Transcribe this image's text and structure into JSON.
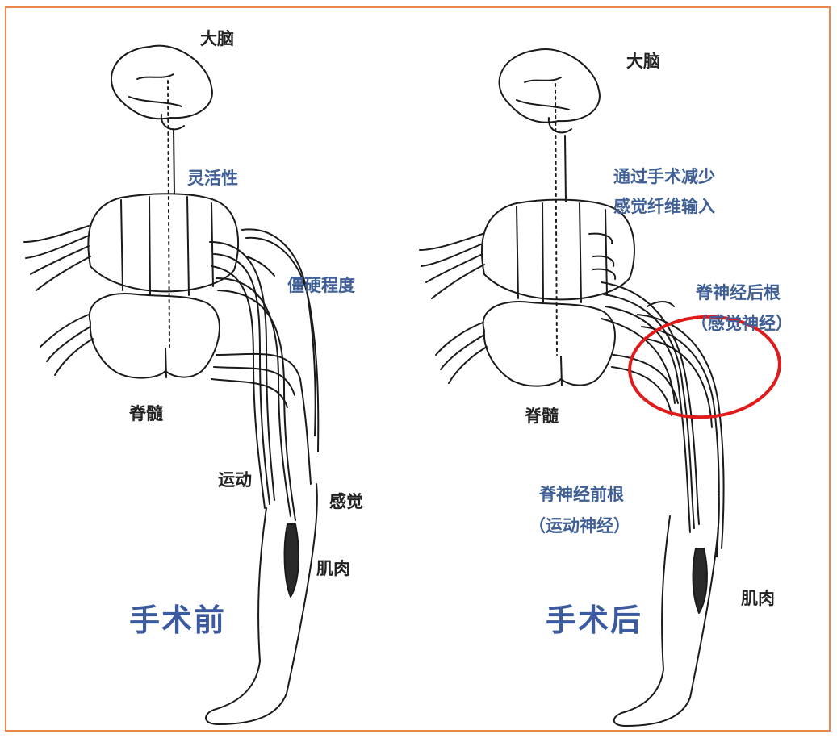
{
  "colors": {
    "border": "#e8884a",
    "label_blue": "#3f5f95",
    "title_blue": "#3b5aa0",
    "line": "#1a1a1a",
    "circle": "#e01b1b"
  },
  "left": {
    "brain": "大脑",
    "flexibility": "灵活性",
    "stiffness": "僵硬程度",
    "spinal_cord": "脊髓",
    "motor": "运动",
    "sensory": "感觉",
    "muscle": "肌肉",
    "title": "手术前"
  },
  "right": {
    "brain": "大脑",
    "note_line1": "通过手术减少",
    "note_line2": "感觉纤维输入",
    "posterior_root_line1": "脊神经后根",
    "posterior_root_line2": "（感觉神经）",
    "spinal_cord": "脊髓",
    "anterior_root_line1": "脊神经前根",
    "anterior_root_line2": "（运动神经）",
    "muscle": "肌肉",
    "title": "手术后"
  }
}
